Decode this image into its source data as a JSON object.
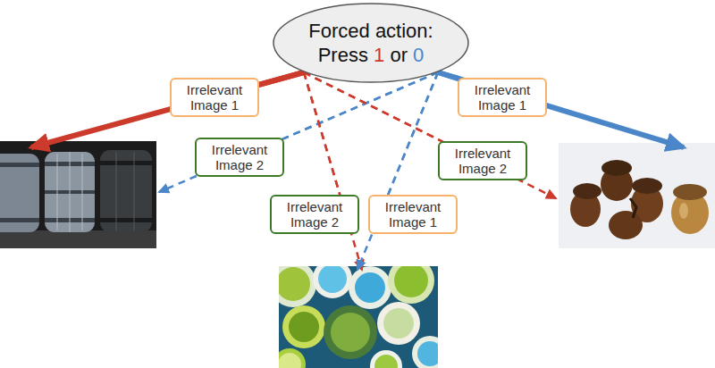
{
  "diagram": {
    "nodes": [
      {
        "text": [
          "Forced action:",
          "Press 1 or 0"
        ]
      },
      {
        "text": [
          "Irrelevant Image 1"
        ]
      },
      {
        "text": [
          "Irrelevant Image 1"
        ]
      },
      {
        "text": [
          "Irrelevant Image 2"
        ]
      },
      {
        "text": [
          "Irrelevant Image 2"
        ]
      },
      {
        "text": [
          "Irrelevant Image 2"
        ]
      },
      {
        "text": [
          "Irrelevant Image 1"
        ]
      }
    ],
    "edges": [
      {
        "from": 0,
        "to": 1,
        "arrow": "none"
      },
      {
        "from": 0,
        "to": 2,
        "arrow": "none"
      },
      {
        "from": 0,
        "to": 3,
        "arrow": "none"
      },
      {
        "from": 0,
        "to": 4,
        "arrow": "none"
      },
      {
        "from": 0,
        "to": 5,
        "arrow": "none"
      },
      {
        "from": 0,
        "to": 6,
        "arrow": "none"
      }
    ]
  }
}
